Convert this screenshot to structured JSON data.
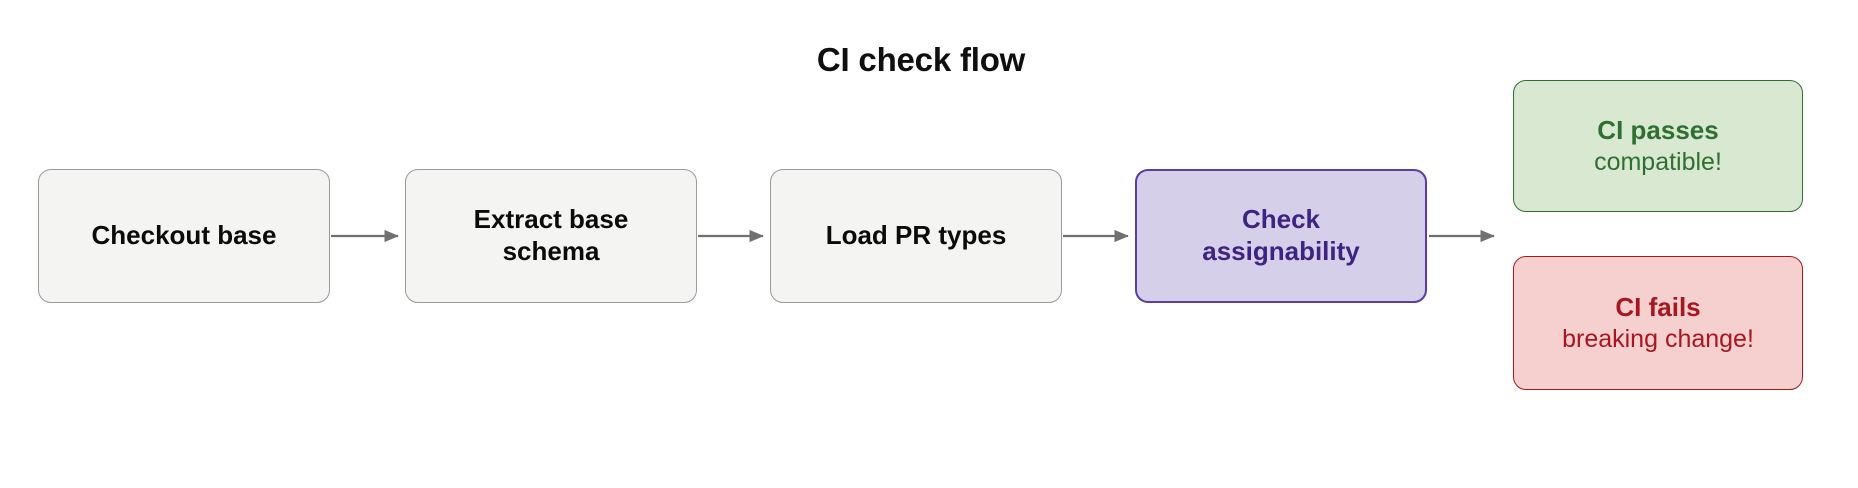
{
  "diagram": {
    "title": "CI check flow",
    "type": "flowchart",
    "direction": "left-to-right",
    "background_color": "#ffffff",
    "nodes": [
      {
        "id": "checkout-base",
        "label": "Checkout base",
        "line1": "Checkout base",
        "line2": "",
        "style": "process",
        "fill_color": "#f4f4f2",
        "border_color": "#9a9a9a",
        "text_color": "#0b0b0b"
      },
      {
        "id": "extract-base-schema",
        "label": "Extract base schema",
        "line1": "Extract base",
        "line2": "schema",
        "style": "process",
        "fill_color": "#f4f4f2",
        "border_color": "#9a9a9a",
        "text_color": "#0b0b0b"
      },
      {
        "id": "load-pr-types",
        "label": "Load PR types",
        "line1": "Load PR types",
        "line2": "",
        "style": "process",
        "fill_color": "#f4f4f2",
        "border_color": "#9a9a9a",
        "text_color": "#0b0b0b"
      },
      {
        "id": "check-assignability",
        "label": "Check assignability",
        "line1": "Check",
        "line2": "assignability",
        "style": "highlight",
        "fill_color": "#d5cfe9",
        "border_color": "#5b3ba8",
        "text_color": "#3f2383"
      },
      {
        "id": "ci-passes",
        "label": "CI passes compatible!",
        "line1": "CI passes",
        "line2": "compatible!",
        "style": "success",
        "fill_color": "#d9e8d1",
        "border_color": "#2f7032",
        "text_color": "#2f7032"
      },
      {
        "id": "ci-fails",
        "label": "CI fails breaking change!",
        "line1": "CI fails",
        "line2": "breaking change!",
        "style": "failure",
        "fill_color": "#f6cfcf",
        "border_color": "#a81720",
        "text_color": "#a81720"
      }
    ],
    "edges": [
      {
        "id": "edge-1",
        "from": "checkout-base",
        "to": "extract-base-schema",
        "label": ""
      },
      {
        "id": "edge-2",
        "from": "extract-base-schema",
        "to": "load-pr-types",
        "label": ""
      },
      {
        "id": "edge-3",
        "from": "load-pr-types",
        "to": "check-assignability",
        "label": ""
      },
      {
        "id": "edge-4",
        "from": "check-assignability",
        "to": "ci-passes",
        "label": ""
      }
    ],
    "edge_color": "#707070"
  }
}
